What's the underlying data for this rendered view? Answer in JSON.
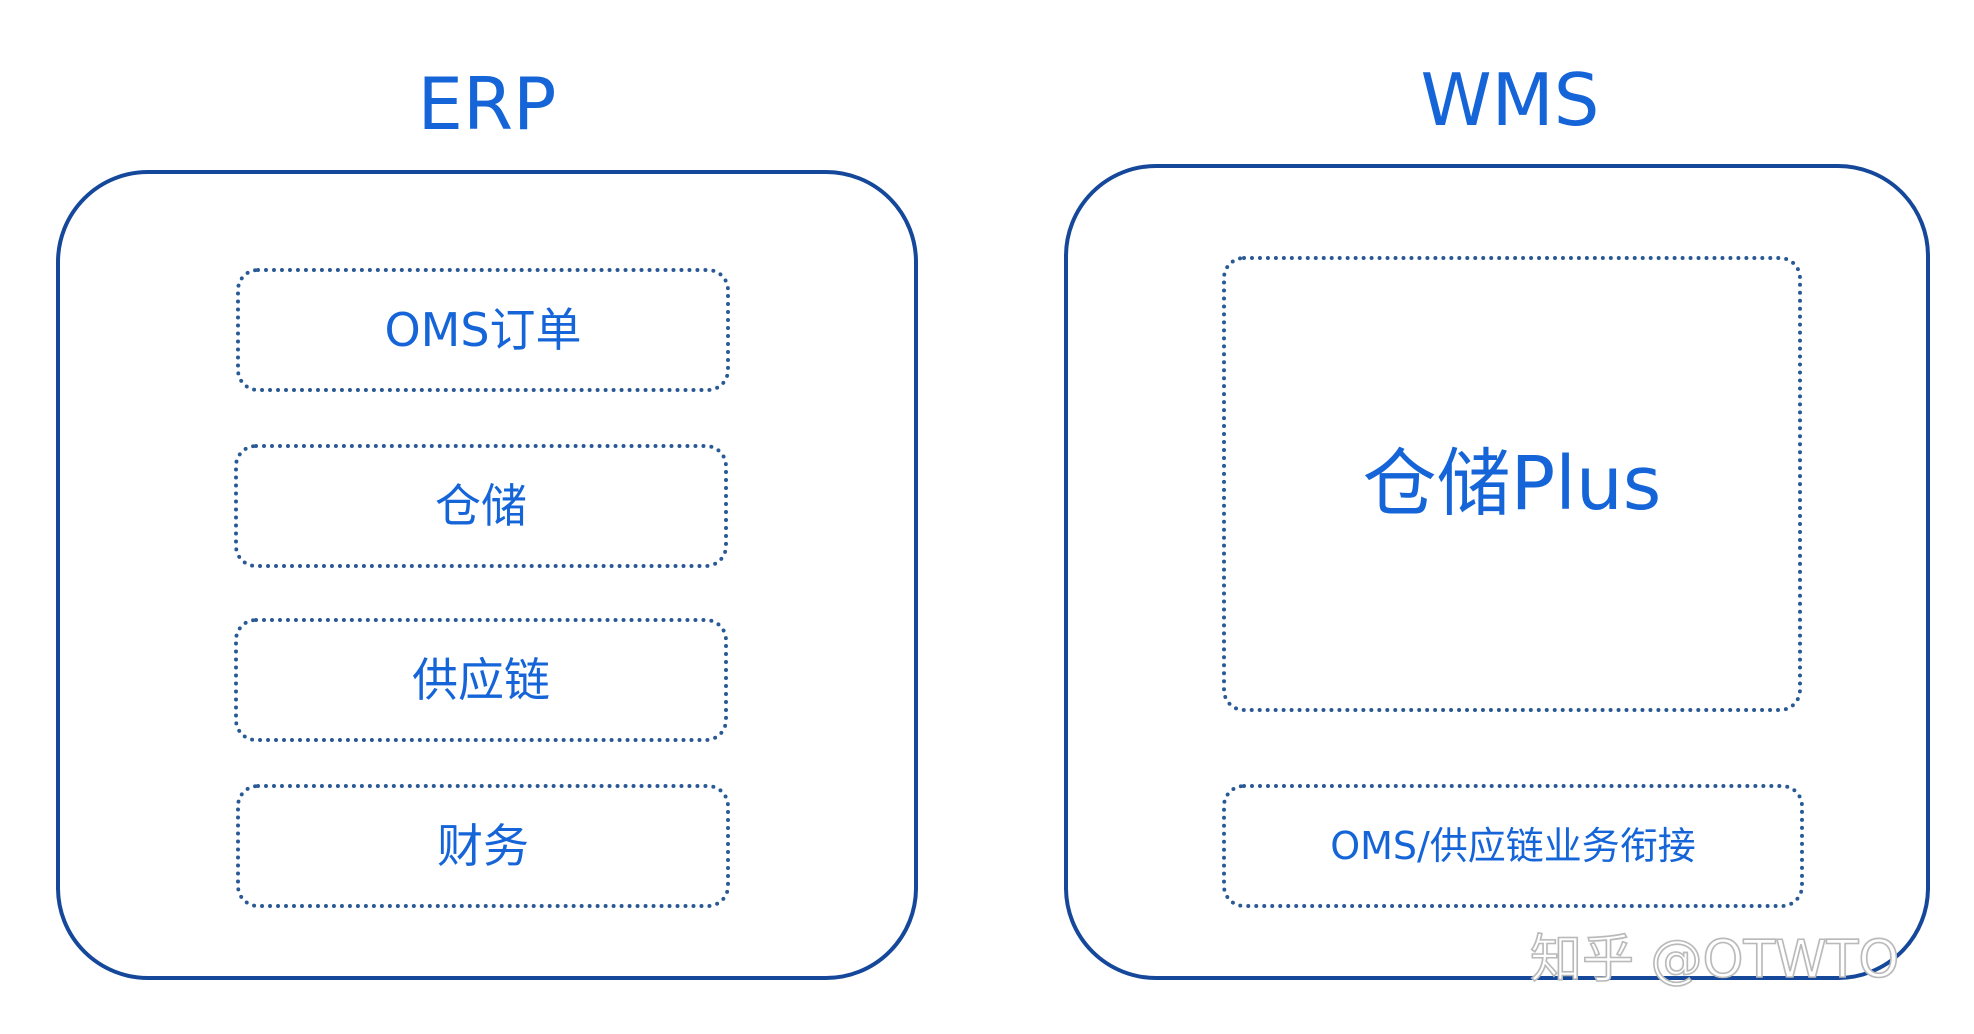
{
  "erp": {
    "title": "ERP",
    "modules": [
      {
        "label": "OMS订单"
      },
      {
        "label": "仓储"
      },
      {
        "label": "供应链"
      },
      {
        "label": "财务"
      }
    ]
  },
  "wms": {
    "title": "WMS",
    "modules": [
      {
        "label": "仓储Plus"
      },
      {
        "label": "OMS/供应链业务衔接"
      }
    ]
  },
  "watermark": "知乎 @OTWTO",
  "colors": {
    "text_accent": "#1565d8",
    "outer_border": "#15489a",
    "dotted_border": "#2a5a95",
    "watermark_stroke": "#b9b9b9"
  }
}
